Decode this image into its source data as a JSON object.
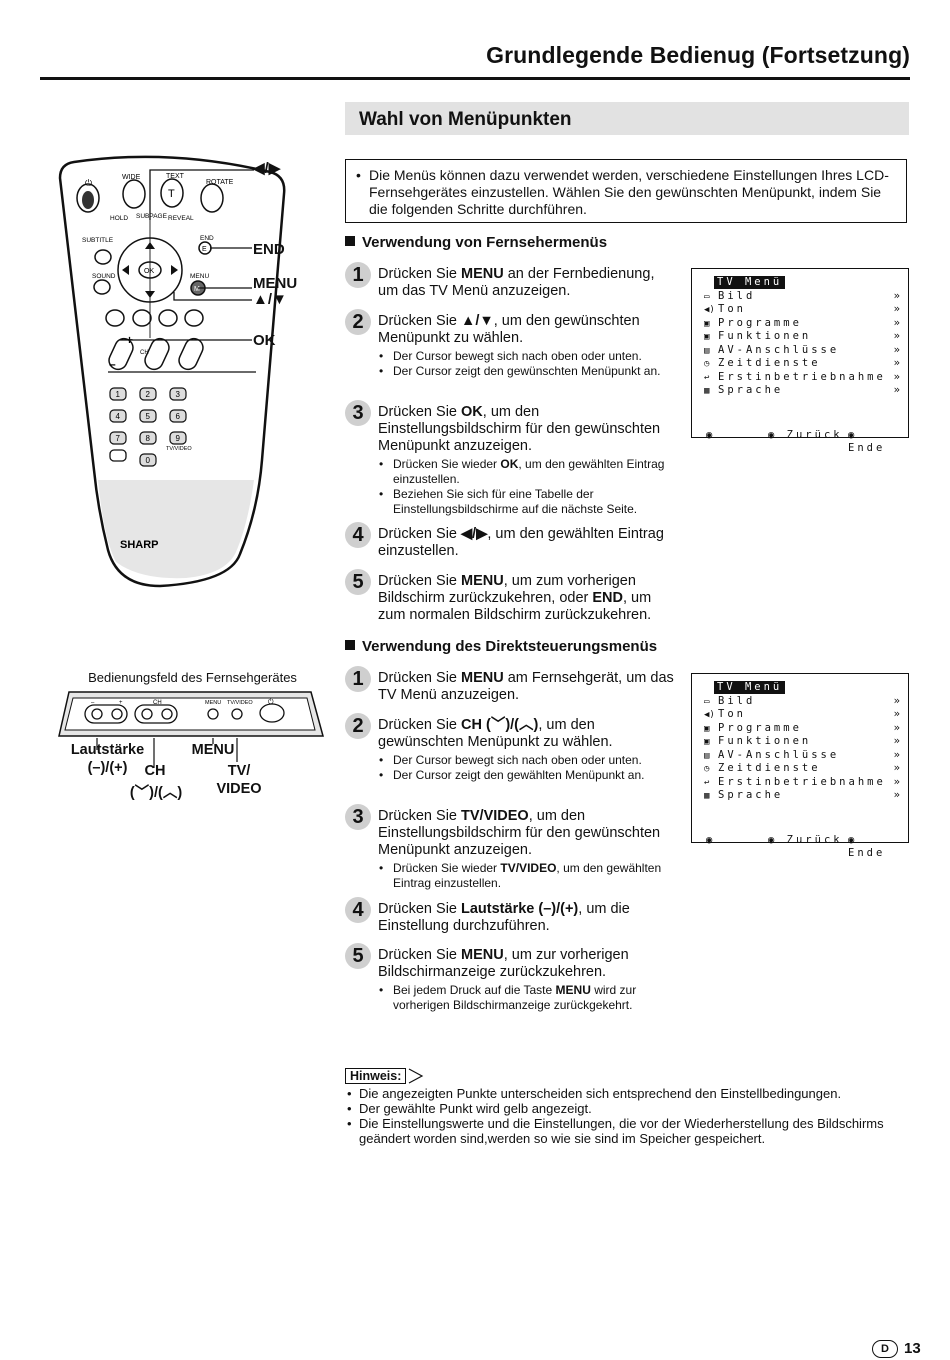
{
  "page": {
    "title": "Grundlegende Bedienug (Fortsetzung)",
    "section_title": "Wahl von Menüpunkten",
    "intro": "Die Menüs können dazu verwendet werden, verschiedene Einstellungen Ihres LCD-Fernsehgerätes einzustellen. Wählen Sie den gewünschten Menüpunkt, indem Sie die folgenden Schritte durchführen.",
    "page_letter": "D",
    "page_number": "13"
  },
  "remote": {
    "brand": "SHARP",
    "labels": {
      "lr": "◀/▶",
      "end": "END",
      "menu": "MENU",
      "updown": "▲/▼",
      "ok": "OK"
    },
    "buttons": {
      "wide": "WIDE",
      "text": "TEXT",
      "rotate": "ROTATE",
      "hold": "HOLD",
      "subpage": "SUBPAGE",
      "reveal": "REVEAL",
      "subtitle": "SUBTITLE",
      "end": "END",
      "sound": "SOUND",
      "menu": "MENU",
      "ok": "OK",
      "tvvideo": "TV/VIDEO",
      "ch": "CH",
      "t": "T",
      "m": "M",
      "e": "E",
      "digits": [
        "1",
        "2",
        "3",
        "4",
        "5",
        "6",
        "7",
        "8",
        "9",
        "0"
      ]
    }
  },
  "panel": {
    "caption": "Bedienungsfeld des Fernsehgerätes",
    "volume": "Lautstärke",
    "volume_sym": "(–)/(+)",
    "ch": "CH",
    "ch_sym": "(﹀)/(︿)",
    "menu": "MENU",
    "tvvideo_1": "TV/",
    "tvvideo_2": "VIDEO",
    "small_menu": "MENU",
    "small_tvvideo": "TV/VIDEO",
    "small_ch": "CH",
    "small_minus": "–",
    "small_plus": "+"
  },
  "tv_steps": {
    "heading": "Verwendung von Fernsehermenüs",
    "s1_a": "Drücken Sie ",
    "s1_b": "MENU",
    "s1_c": " an der Fernbedienung, um das TV Menü anzuzeigen.",
    "s2_a": "Drücken Sie ",
    "s2_b": "▲/▼",
    "s2_c": ", um den gewünschten Menüpunkt zu wählen.",
    "s2_n1": "Der Cursor bewegt sich nach oben oder unten.",
    "s2_n2": "Der Cursor zeigt den gewünschten Menüpunkt an.",
    "s3_a": "Drücken Sie ",
    "s3_b": "OK",
    "s3_c": ", um den Einstellungsbildschirm für den gewünschten Menüpunkt anzuzeigen.",
    "s3_n1a": "Drücken Sie wieder ",
    "s3_n1b": "OK",
    "s3_n1c": ", um den gewählten Eintrag einzustellen.",
    "s3_n2": "Beziehen Sie sich für eine Tabelle der Einstellungsbildschirme auf die nächste Seite.",
    "s4_a": "Drücken Sie ",
    "s4_b": "◀/▶",
    "s4_c": ", um den gewählten Eintrag einzustellen.",
    "s5_a": "Drücken Sie ",
    "s5_b": "MENU",
    "s5_c": ", um zum vorherigen Bildschirm zurückzukehren, oder ",
    "s5_d": "END",
    "s5_e": ", um zum normalen Bildschirm zurückzukehren."
  },
  "direct_steps": {
    "heading": "Verwendung des Direktsteuerungsmenüs",
    "s1_a": "Drücken Sie ",
    "s1_b": "MENU",
    "s1_c": " am Fernsehgerät, um das TV Menü anzuzeigen.",
    "s2_a": "Drücken Sie ",
    "s2_b": "CH (﹀)/(︿)",
    "s2_c": ", um den gewünschten Menüpunkt zu wählen.",
    "s2_n1": "Der Cursor bewegt sich nach oben oder unten.",
    "s2_n2": "Der Cursor zeigt den gewählten Menüpunkt an.",
    "s3_a": "Drücken Sie ",
    "s3_b": "TV/VIDEO",
    "s3_c": ", um den Einstellungsbildschirm für den gewünschten Menüpunkt anzuzeigen.",
    "s3_n1a": "Drücken Sie wieder ",
    "s3_n1b": "TV/VIDEO",
    "s3_n1c": ", um den gewählten Eintrag einzustellen.",
    "s4_a": "Drücken Sie ",
    "s4_b": "Lautstärke (–)/(+)",
    "s4_c": ", um die Einstellung durchzuführen.",
    "s5_a": "Drücken Sie ",
    "s5_b": "MENU",
    "s5_c": ", um zur vorherigen Bildschirmanzeige zurückzukehren.",
    "s5_n1a": "Bei jedem Druck auf die Taste ",
    "s5_n1b": "MENU",
    "s5_n1c": " wird zur vorherigen Bildschirmanzeige zurückgekehrt."
  },
  "tv_menu": {
    "title": "TV Menü",
    "items": [
      "Bild",
      "Ton",
      "Programme",
      "Funktionen",
      "AV-Anschlüsse",
      "Zeitdienste",
      "Erstinbetriebnahme",
      "Sprache"
    ],
    "arrow": "»",
    "back": "Zurück",
    "end": "Ende",
    "ok_icon": "OK",
    "m_icon": "M",
    "e_icon": "E"
  },
  "hint": {
    "label": "Hinweis:",
    "notes": [
      "Die angezeigten Punkte unterscheiden sich entsprechend den Einstellbedingungen.",
      "Der gewählte Punkt wird gelb angezeigt.",
      "Die Einstellungswerte und die Einstellungen, die vor der Wiederherstellung des Bildschirms geändert worden sind,werden so wie sie sind im Speicher gespeichert."
    ]
  }
}
